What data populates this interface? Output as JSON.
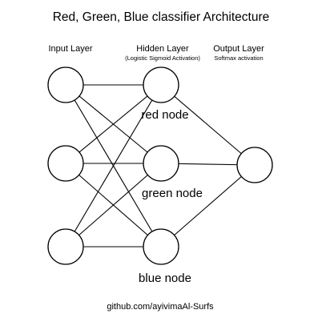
{
  "title": "Red, Green, Blue classifier Architecture",
  "layers": {
    "input": {
      "label": "Input Layer"
    },
    "hidden": {
      "label": "Hidden Layer",
      "subtitle": "(Logistic Sigmoid Activation)"
    },
    "output": {
      "label": "Output Layer",
      "subtitle": "Softmax activation"
    }
  },
  "node_labels": [
    "red node",
    "green node",
    "blue node"
  ],
  "footer": "github.com/ayivimaAl-Surfs",
  "colors": {
    "stroke": "#000000",
    "background": "#ffffff"
  }
}
